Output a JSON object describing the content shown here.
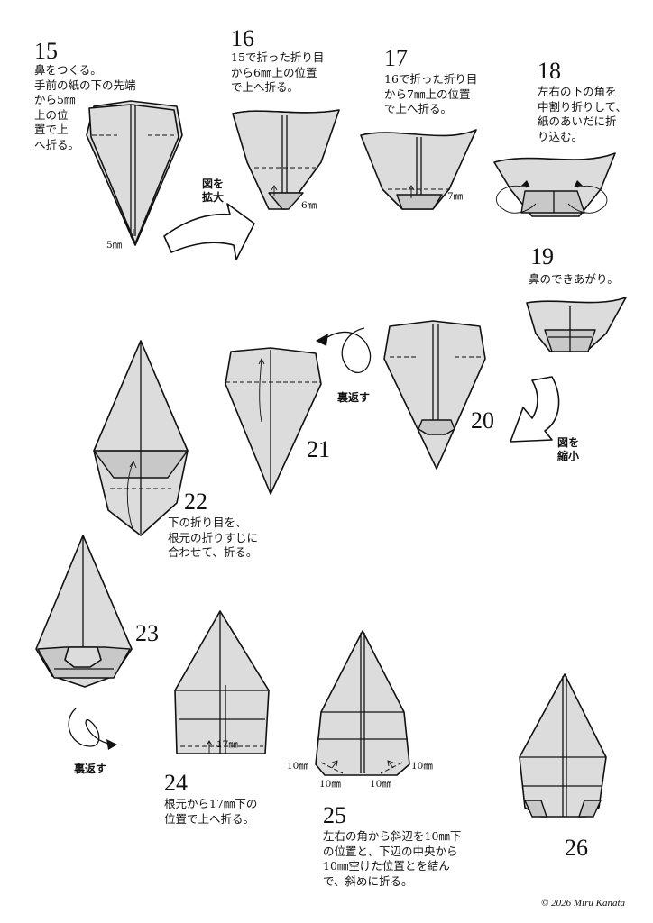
{
  "steps": {
    "s15": {
      "num": "15",
      "text": [
        "鼻をつくる。",
        "手前の紙の下の先端",
        "から5㎜",
        "上の位",
        "置で上",
        "へ折る。"
      ],
      "measure": "5㎜"
    },
    "s16": {
      "num": "16",
      "text": [
        "15で折った折り目",
        "から6㎜上の位置",
        "で上へ折る。"
      ],
      "measure": "6㎜"
    },
    "s17": {
      "num": "17",
      "text": [
        "16で折った折り目",
        "から7㎜上の位置",
        "で上へ折る。"
      ],
      "measure": "7㎜"
    },
    "s18": {
      "num": "18",
      "text": [
        "左右の下の角を",
        "中割り折りして、",
        "紙のあいだに折",
        "り込む。"
      ]
    },
    "s19": {
      "num": "19",
      "text": [
        "鼻のできあがり。"
      ]
    },
    "s20": {
      "num": "20"
    },
    "s21": {
      "num": "21"
    },
    "s22": {
      "num": "22",
      "text": [
        "下の折り目を、",
        "根元の折りすじに",
        "合わせて、折る。"
      ]
    },
    "s23": {
      "num": "23"
    },
    "s24": {
      "num": "24",
      "text": [
        "根元から17㎜下の",
        "位置で上へ折る。"
      ],
      "measure": "17㎜"
    },
    "s25": {
      "num": "25",
      "text": [
        "左右の角から斜辺を10㎜下",
        "の位置と、下辺の中央から",
        "10㎜空けた位置とを結ん",
        "で、斜めに折る。"
      ],
      "measure": "10㎜"
    },
    "s26": {
      "num": "26"
    }
  },
  "labels": {
    "enlarge": [
      "図を",
      "拡大"
    ],
    "flip": "裏返す",
    "shrink": [
      "図を",
      "縮小"
    ]
  },
  "copyright": "© 2026 Miru Kanata"
}
